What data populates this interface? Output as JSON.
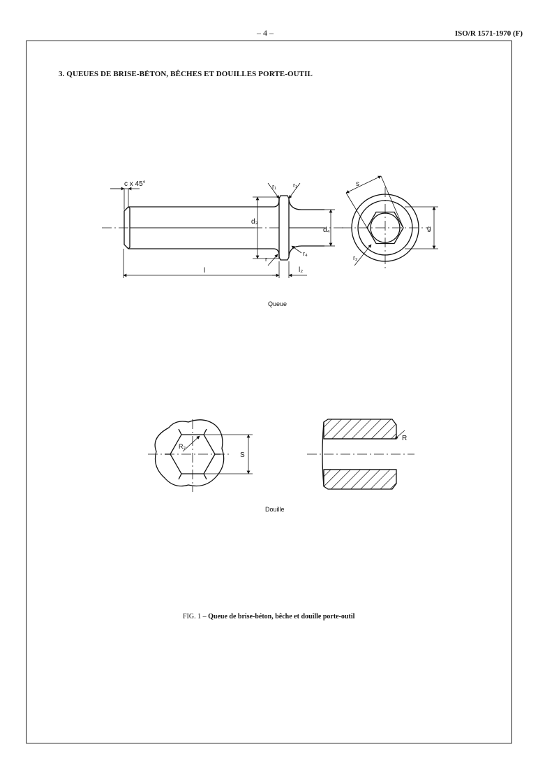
{
  "header": {
    "page_number": "– 4 –",
    "doc_reference": "ISO/R 1571-1970 (F)"
  },
  "section": {
    "heading": "3.  QUEUES DE BRISE-BÉTON, BÊCHES ET DOUILLES PORTE-OUTIL"
  },
  "figure": {
    "queue_caption": "Queue",
    "douille_caption": "Douille",
    "caption_label": "FIG. 1  –",
    "caption_title": "Queue de brise-béton, bêche et douille porte-outil",
    "dimension_labels": {
      "chamfer": "c x 45°",
      "d3": "d₃",
      "d4": "d₄",
      "l": "l",
      "l2": "l₂",
      "r1": "r₁",
      "r4": "r₄",
      "r": "r",
      "r2": "r₂",
      "s": "s",
      "g": "g",
      "R2": "R₂",
      "S": "S",
      "R": "R"
    }
  }
}
